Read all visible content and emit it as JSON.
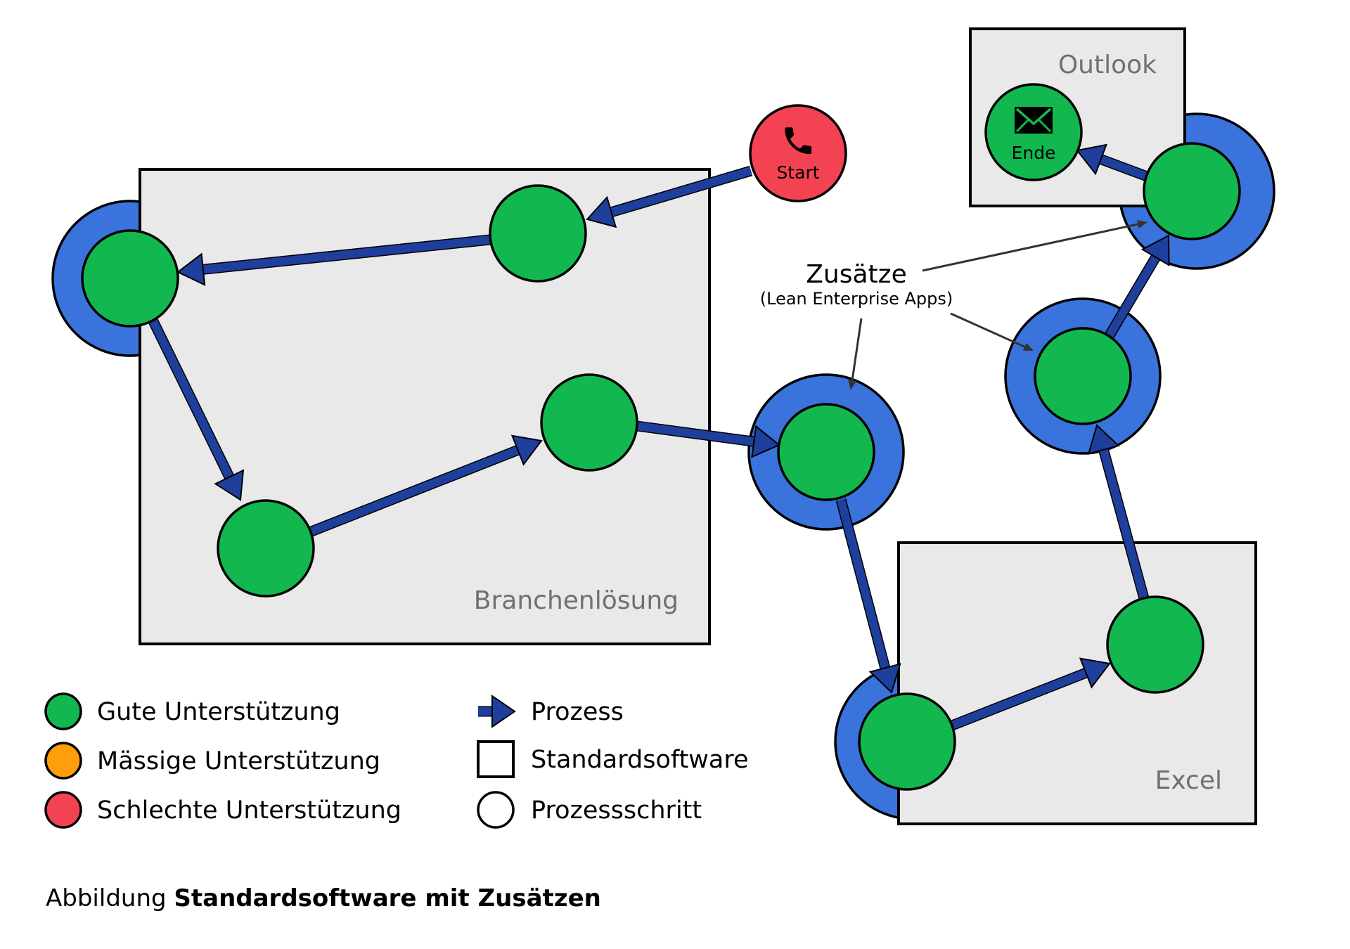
{
  "boxes": {
    "branchenloesung": "Branchenlösung",
    "outlook": "Outlook",
    "excel": "Excel"
  },
  "nodes": {
    "start_label": "Start",
    "end_label": "Ende",
    "start_icon": "phone-icon",
    "end_icon": "envelope-icon"
  },
  "callout": {
    "title": "Zusätze",
    "subtitle": "(Lean Enterprise Apps)"
  },
  "legend": {
    "good": "Gute Unterstützung",
    "medium": "Mässige Unterstützung",
    "bad": "Schlechte Unterstützung",
    "process": "Prozess",
    "standard_software": "Standardsoftware",
    "process_step": "Prozessschritt"
  },
  "caption": {
    "prefix": "Abbildung ",
    "title": "Standardsoftware mit Zusätzen"
  },
  "colors": {
    "good": "#12b84f",
    "medium": "#ff9e0b",
    "bad": "#f34352",
    "addon_ring": "#3a73dc",
    "process_arrow": "#1e3f9c",
    "box_fill": "#e9e9e9"
  }
}
